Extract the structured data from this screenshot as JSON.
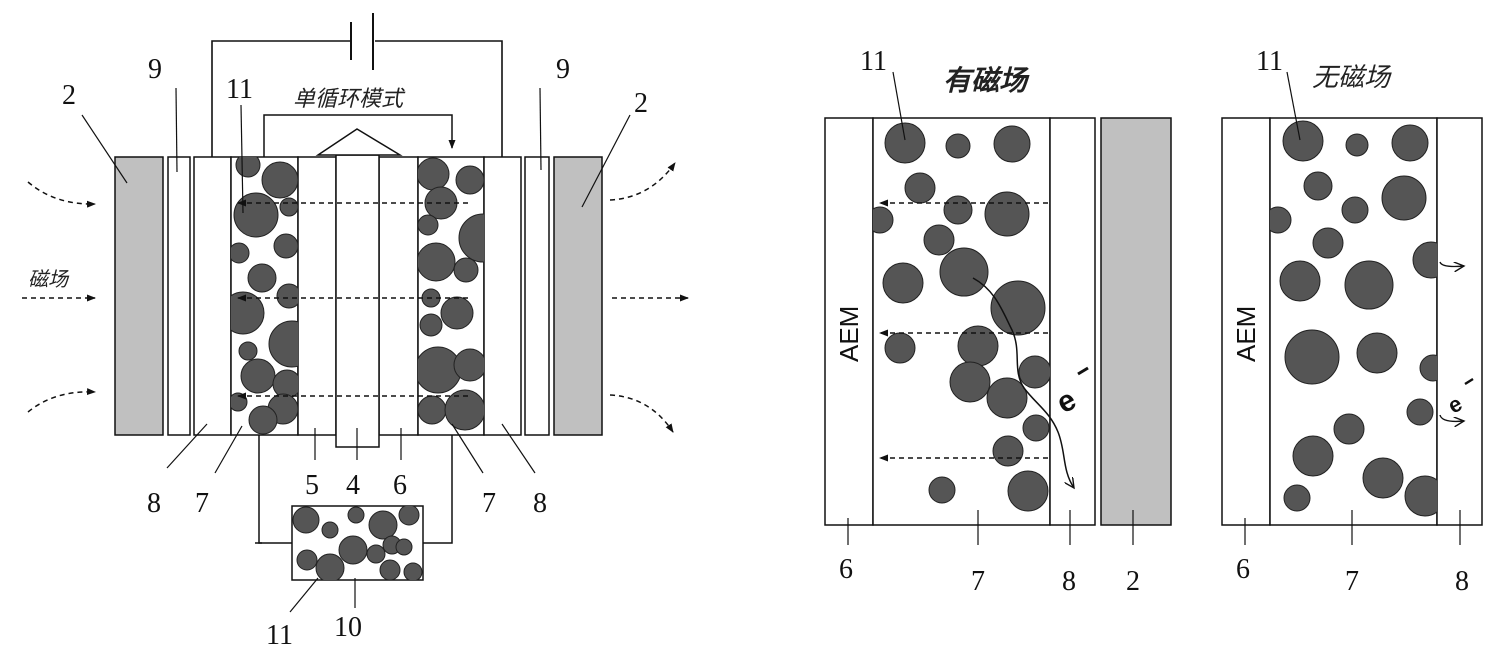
{
  "colors": {
    "particle": "#555555",
    "magnet": "#c0c0c0",
    "line": "#111111",
    "background": "#ffffff"
  },
  "left_diagram": {
    "mode_label": "单循环模式",
    "field_label": "磁场",
    "labels": {
      "magnet_left": "2",
      "magnet_right": "2",
      "layer9_left": "9",
      "layer9_right": "9",
      "particle_top": "11",
      "layer8_left": "8",
      "layer7_left": "7",
      "layer5": "5",
      "layer4": "4",
      "layer6": "6",
      "layer7_right": "7",
      "layer8_right": "8",
      "reservoir_particle": "11",
      "reservoir": "10"
    }
  },
  "middle_diagram": {
    "title": "有磁场",
    "membrane": "AEM",
    "electron": "e",
    "labels": {
      "particle": "11",
      "membrane": "6",
      "slurry": "7",
      "collector": "8",
      "magnet": "2"
    }
  },
  "right_diagram": {
    "title": "无磁场",
    "membrane": "AEM",
    "electron": "e",
    "labels": {
      "particle": "11",
      "membrane": "6",
      "slurry": "7",
      "collector": "8"
    }
  }
}
